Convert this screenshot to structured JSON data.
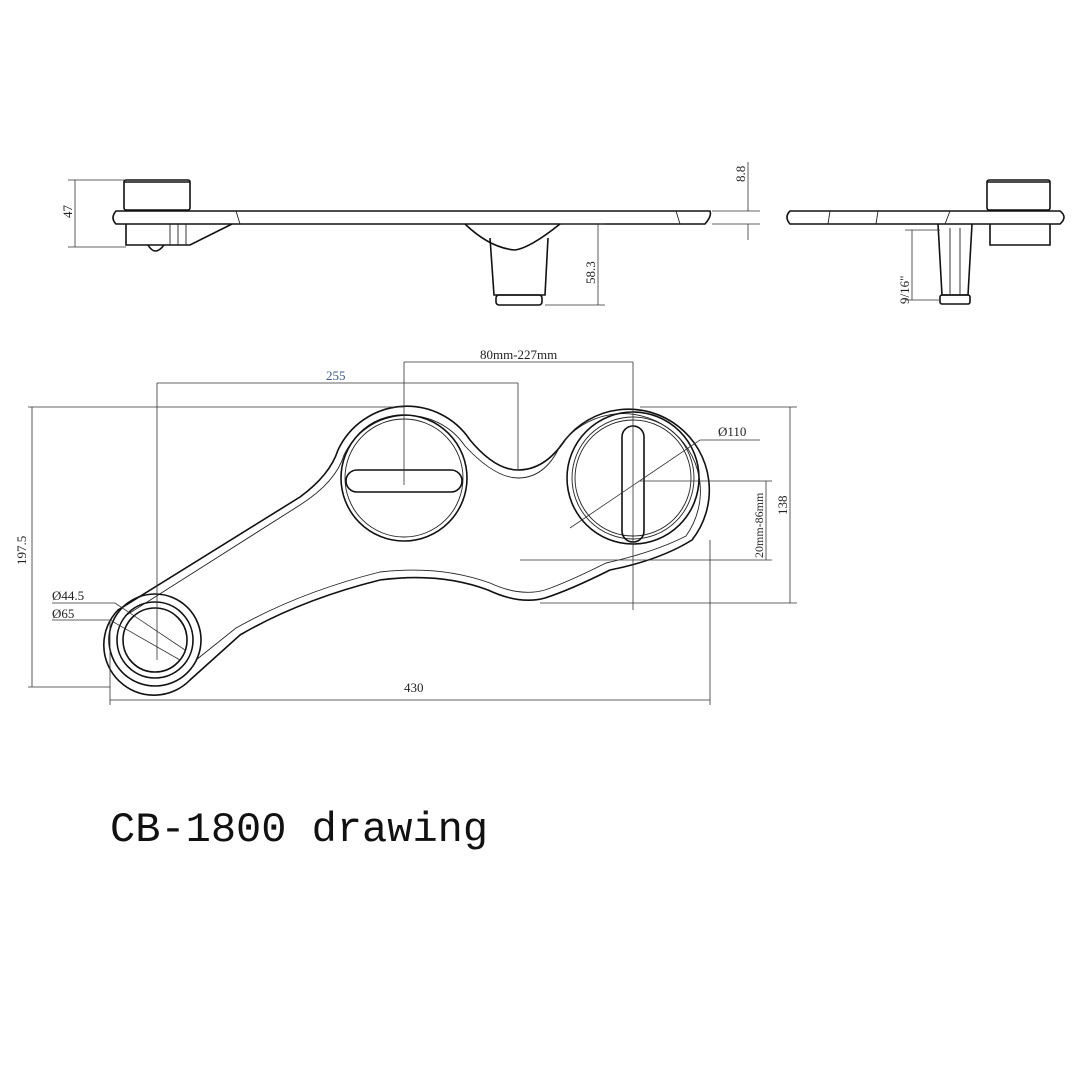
{
  "title": "CB-1800 drawing",
  "side_view": {
    "dim_height_total": "47",
    "dim_plate_thickness": "8.8",
    "dim_nozzle_depth": "58.3"
  },
  "end_view": {
    "dim_hose_thread": "9/16\""
  },
  "top_view": {
    "dim_width_overall": "430",
    "dim_depth_overall": "197.5",
    "dim_knob_spacing": "80mm-227mm",
    "dim_to_mount": "255",
    "dim_knob_diameter": "Ø110",
    "dim_body_depth": "138",
    "dim_adjust_range": "20mm-86mm",
    "dim_inlet_inner": "Ø44.5",
    "dim_inlet_outer": "Ø65"
  }
}
